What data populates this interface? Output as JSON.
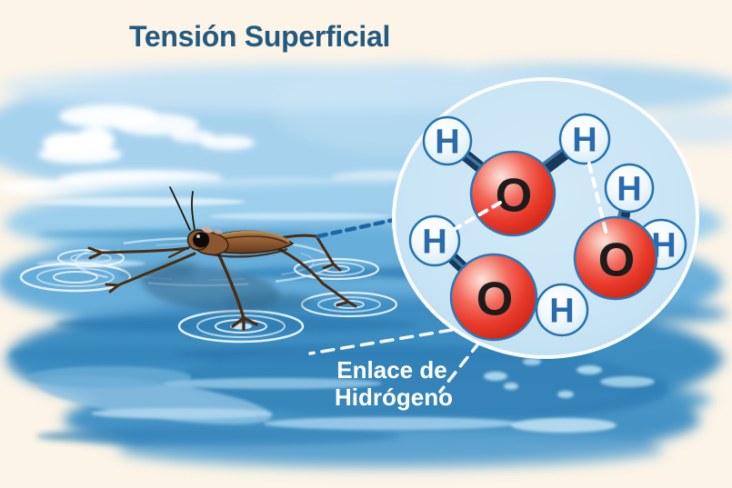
{
  "title": "Tensión Superficial",
  "annotation": {
    "line1": "Enlace de",
    "line2": "Hidrógeno"
  },
  "magnifier": {
    "water_molecule_count": 3,
    "oxygen_atom_count": 3,
    "hydrogen_atom_count": 6,
    "hydrogen_bond_count": 2,
    "atom_labels": {
      "oxygen": "O",
      "hydrogen": "H"
    }
  },
  "colors": {
    "background_cream": "#fbf4e7",
    "title_blue": "#235a80",
    "label_white": "#ffffff",
    "sky_blue": "#a6d2ee",
    "water_light": "#9ccfec",
    "water_mid": "#4795c6",
    "water_deep": "#2f7db4",
    "lens_fill": "#c8e4f4",
    "lens_border": "#fbfdfe",
    "oxygen_red": "#e83a2b",
    "oxygen_letter": "#1c1c1c",
    "hydrogen_fill": "#eaf5fc",
    "hydrogen_letter": "#2a6bad",
    "atom_outline_blue": "#2372b0",
    "bond_navy": "#16395c",
    "hydrogen_bond_white": "#ffffff",
    "callout_blue": "#1d66a6",
    "insect_brown": "#8a5730"
  }
}
